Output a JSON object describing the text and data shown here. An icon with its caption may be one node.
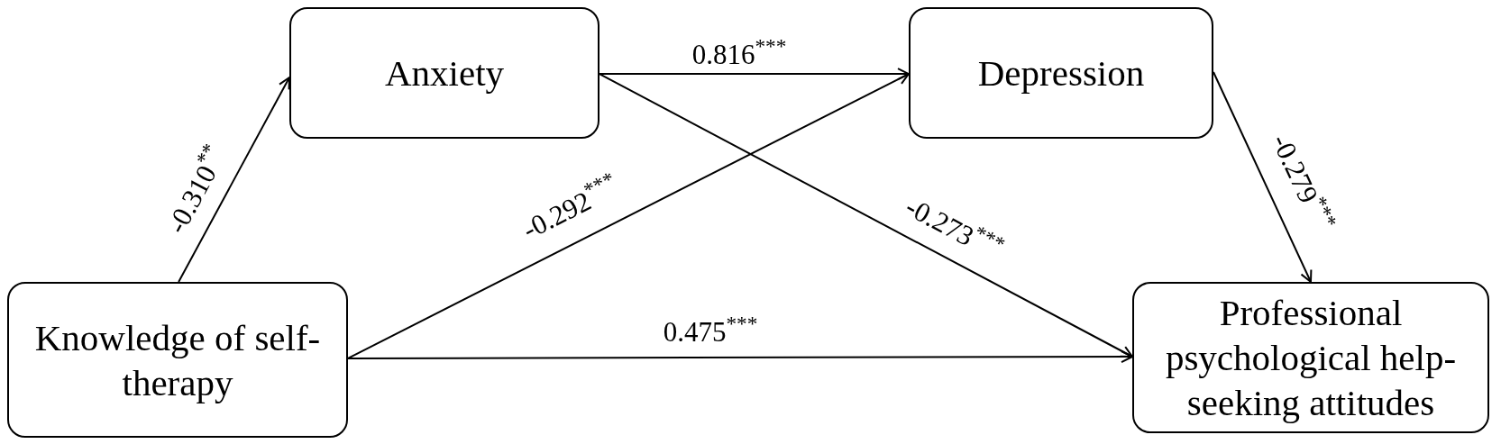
{
  "diagram": {
    "nodes": [
      {
        "text": [
          "Anxiety"
        ]
      },
      {
        "text": [
          "Depression"
        ]
      },
      {
        "text": [
          "Knowledge of self-therapy"
        ]
      },
      {
        "text": [
          "Professional psychological help-seeking attitudes"
        ]
      }
    ],
    "edges": [
      {
        "from": 2,
        "to": 0,
        "arrow": "to",
        "label": "-0.310$^{**}$"
      },
      {
        "from": 0,
        "to": 1,
        "arrow": "to",
        "label": "0.816$^{***}$"
      },
      {
        "from": 2,
        "to": 1,
        "arrow": "to",
        "label": "-0.292$^{***}$"
      },
      {
        "from": 0,
        "to": 3,
        "arrow": "to",
        "label": "-0.273$^{***}$"
      },
      {
        "from": 1,
        "to": 3,
        "arrow": "to",
        "label": "-0.279$^{***}$"
      },
      {
        "from": 2,
        "to": 3,
        "arrow": "to",
        "label": "0.475$^{***}$"
      }
    ]
  }
}
